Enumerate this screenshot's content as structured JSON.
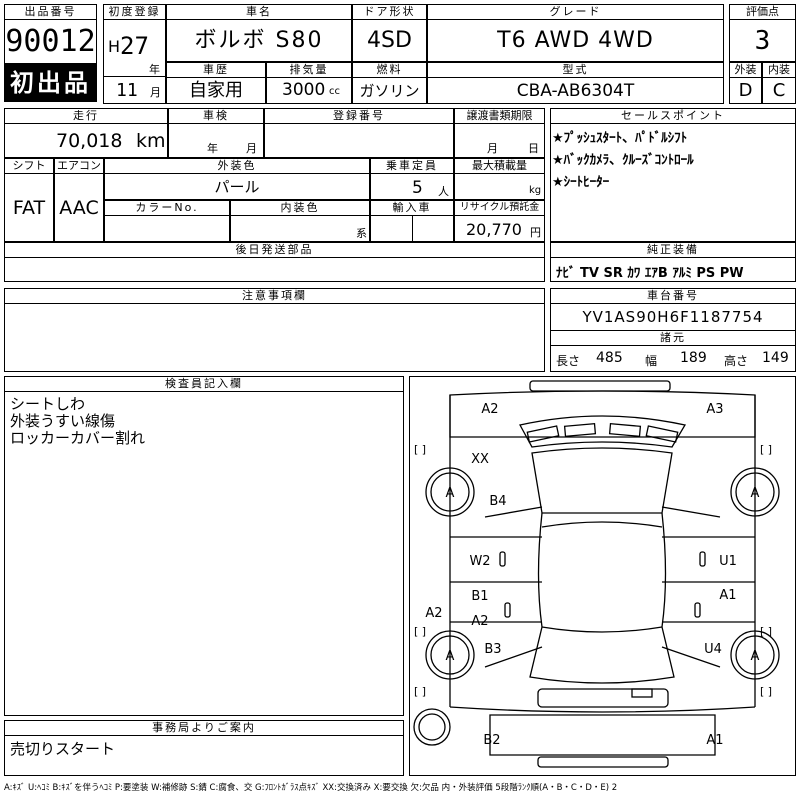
{
  "header": {
    "lot_label": "出品番号",
    "lot_number": "90012",
    "first_listing": "初出品",
    "reg_label": "初度登録",
    "reg_era": "H",
    "reg_year": "27",
    "year_unit": "年",
    "reg_month": "11",
    "month_unit": "月",
    "name_label": "車名",
    "car_name": "ボルボ S80",
    "door_label": "ドア形状",
    "door_type": "4SD",
    "grade_label": "グレード",
    "grade": "T6 AWD 4WD",
    "score_label": "評価点",
    "score": "3",
    "history_label": "車歴",
    "history": "自家用",
    "displacement_label": "排気量",
    "displacement": "3000",
    "displacement_unit": "cc",
    "fuel_label": "燃料",
    "fuel": "ガソリン",
    "model_label": "型式",
    "model": "CBA-AB6304T",
    "exterior_label": "外装",
    "exterior_grade": "D",
    "interior_label": "内装",
    "interior_grade": "C"
  },
  "details": {
    "mileage_label": "走行",
    "mileage": "70,018",
    "mileage_unit": "km",
    "inspection_label": "車検",
    "inspection_year_unit": "年",
    "inspection_month_unit": "月",
    "plate_label": "登録番号",
    "transfer_label": "譲渡書類期限",
    "transfer_month_unit": "月",
    "transfer_day_unit": "日",
    "shift_label": "シフト",
    "shift": "FAT",
    "ac_label": "エアコン",
    "ac": "AAC",
    "ext_color_label": "外装色",
    "ext_color": "パール",
    "capacity_label": "乗車定員",
    "capacity": "5",
    "capacity_unit": "人",
    "load_label": "最大積載量",
    "load_unit": "kg",
    "color_no_label": "カラーNo.",
    "int_color_label": "内装色",
    "int_color_suffix": "系",
    "import_label": "輸入車",
    "recycle_label": "リサイクル預託金",
    "recycle_fee": "20,770",
    "recycle_unit": "円",
    "later_parts_label": "後日発送部品",
    "caution_label": "注意事項欄"
  },
  "sales_points": {
    "label": "セールスポイント",
    "items": [
      "★ﾌﾟｯｼｭｽﾀｰﾄ、ﾊﾟﾄﾞﾙｼﾌﾄ",
      "★ﾊﾞｯｸｶﾒﾗ、ｸﾙｰｽﾞｺﾝﾄﾛｰﾙ",
      "★ｼｰﾄﾋｰﾀｰ"
    ]
  },
  "equipment": {
    "label": "純正装備",
    "items": "ﾅﾋﾞ TV SR ｶﾜ ｴｱB ｱﾙﾐ PS PW"
  },
  "chassis": {
    "label": "車台番号",
    "vin": "YV1AS90H6F1187754",
    "dims_label": "諸元",
    "length_label": "長さ",
    "length": "485",
    "width_label": "幅",
    "width": "189",
    "height_label": "高さ",
    "height": "149"
  },
  "inspector": {
    "label": "検査員記入欄",
    "notes": [
      "シートしわ",
      "外装うすい線傷",
      "ロッカーカバー割れ"
    ]
  },
  "office": {
    "label": "事務局よりご案内",
    "message": "売切りスタート"
  },
  "diagram": {
    "marks": {
      "front_left_corner": "A2",
      "front_right_corner": "A3",
      "hood_front": "XX",
      "left_front_fender": "B4",
      "left_front_door": "W2",
      "right_front_door": "U1",
      "left_rear_door_1": "B1",
      "left_rear_door_2": "A2",
      "left_rocker": "A2",
      "right_rear_door": "A1",
      "left_rear_fender": "B3",
      "right_rear_fender": "U4",
      "rear_left_corner": "B2",
      "rear_right_corner": "A1",
      "wheel_fl": "A",
      "wheel_fr": "A",
      "wheel_rl": "A",
      "wheel_rr": "A",
      "bracket": "[ ]"
    }
  },
  "legend": "A:ｷｽﾞ U:ﾍｺﾐ B:ｷｽﾞを伴うﾍｺﾐ P:要塗装 W:補修跡 S:錆 C:腐食、交 G:ﾌﾛﾝﾄｶﾞﾗｽ点ｷｽﾞ XX:交換済み X:要交換 欠:欠品 内・外装評価 5段階ﾗﾝｸ順(A・B・C・D・E) 2"
}
